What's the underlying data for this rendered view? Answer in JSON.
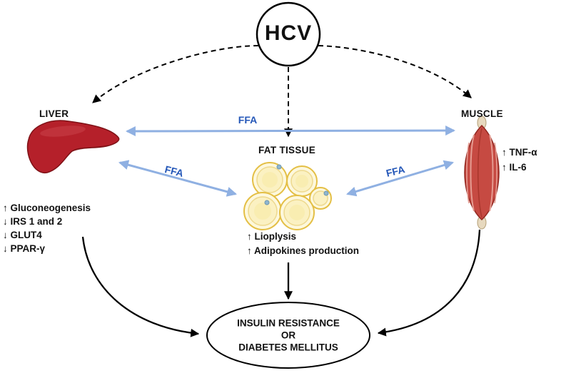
{
  "diagram": {
    "hcv": {
      "label": "HCV"
    },
    "liver": {
      "label": "LIVER",
      "effects": [
        "↑ Gluconeogenesis",
        "↓ IRS 1 and 2",
        "↓ GLUT4",
        "↓ PPAR-γ"
      ]
    },
    "fat_tissue": {
      "label": "FAT TISSUE",
      "effects": [
        "↑ Lioplysis",
        "↑ Adipokines production"
      ]
    },
    "muscle": {
      "label": "MUSCLE",
      "effects": [
        "↑ TNF-α",
        "↑ IL-6"
      ]
    },
    "ffa_labels": {
      "left": "FFA",
      "center": "FFA",
      "right": "FFA"
    },
    "outcome": {
      "lines": [
        "INSULIN RESISTANCE",
        "OR",
        "DIABETES MELLITUS"
      ]
    },
    "colors": {
      "ffa_arrow": "#8fb0e2",
      "ffa_text": "#2457b8",
      "liver_red": "#b5202a",
      "muscle_red": "#c64a42",
      "fat_fill": "#fdf8dd",
      "fat_stroke": "#e4bf45",
      "line_black": "#000000"
    }
  }
}
